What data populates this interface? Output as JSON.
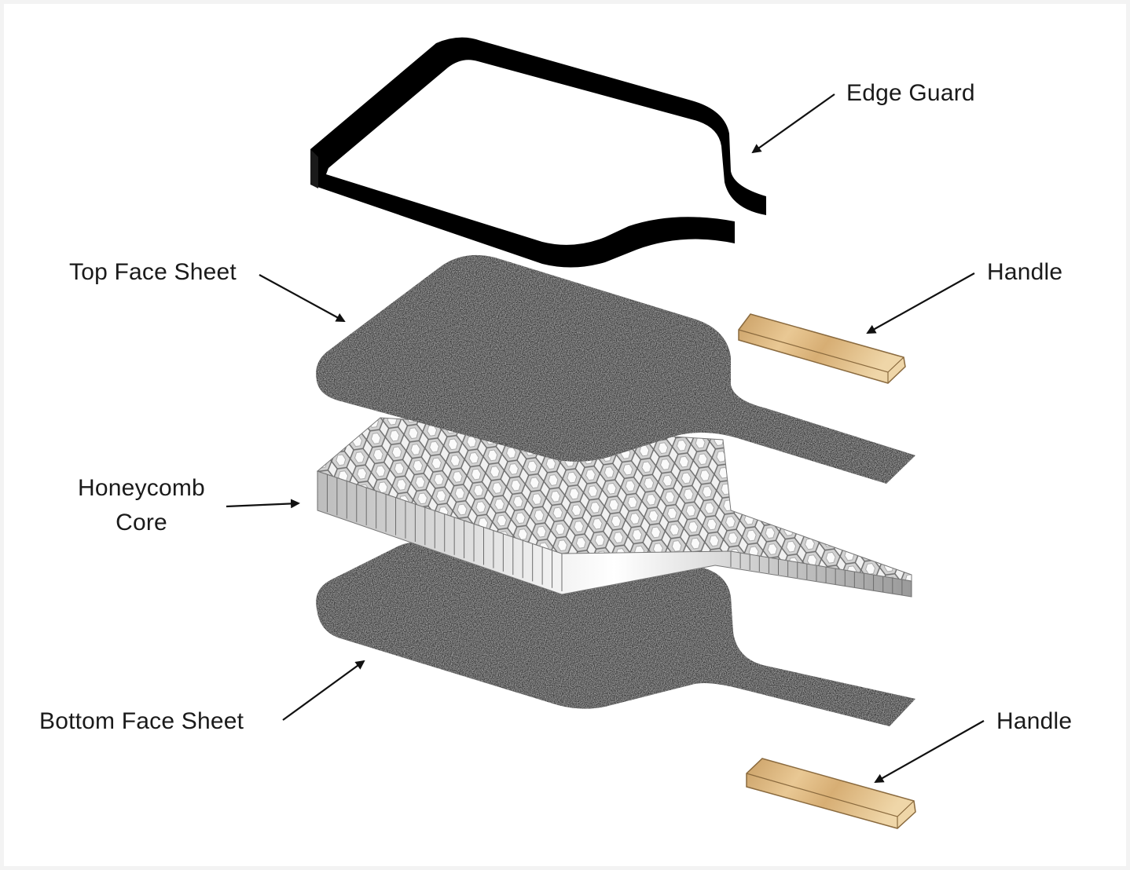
{
  "labels": {
    "edge_guard": "Edge Guard",
    "top_face_sheet": "Top Face Sheet",
    "handle_top": "Handle",
    "honeycomb_line1": "Honeycomb",
    "honeycomb_line2": "Core",
    "bottom_face_sheet": "Bottom Face Sheet",
    "handle_bottom": "Handle"
  },
  "colors": {
    "edge_guard": "#000000",
    "face_sheet": "#3a3a3a",
    "handle_wood": "#d9b27a",
    "honeycomb": "#e2e2e2",
    "arrow": "#111111"
  }
}
